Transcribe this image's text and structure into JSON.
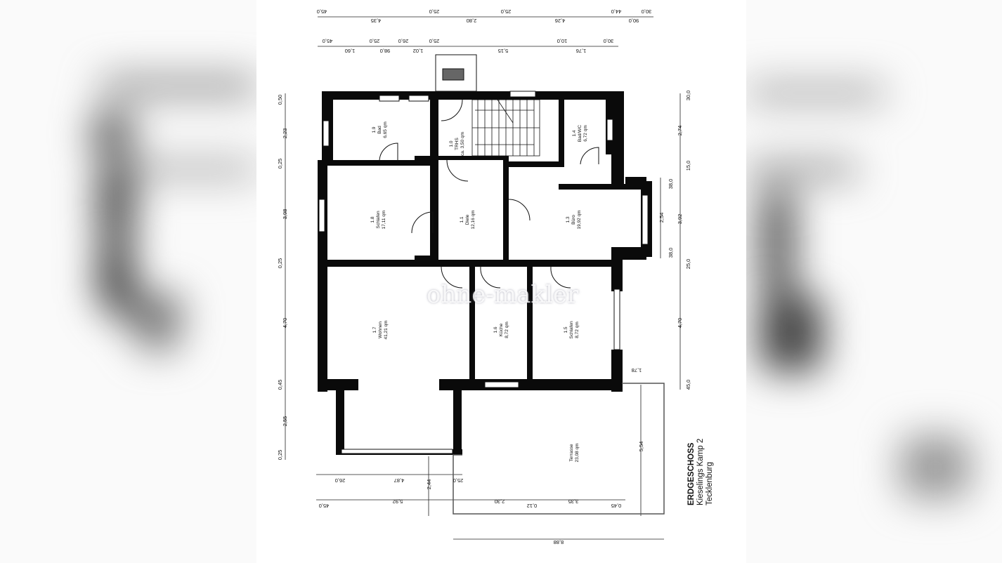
{
  "plan": {
    "title": "ERDGESCHOSS",
    "address_line1": "Kieselings Kamp 2",
    "address_line2": "Tecklenburg",
    "watermark": "ohne-makler"
  },
  "rooms": [
    {
      "id": "1.9",
      "name": "Bad",
      "area": "6,65 qm"
    },
    {
      "id": "1.0",
      "name": "TRHS",
      "area": "ca. 3,50 qm"
    },
    {
      "id": "1.4",
      "name": "Bad/WC",
      "area": "6,72 qm"
    },
    {
      "id": "1.8",
      "name": "Schlafen",
      "area": "17,11 qm"
    },
    {
      "id": "1.1",
      "name": "Diele",
      "area": "12,16 qm"
    },
    {
      "id": "1.3",
      "name": "Büro",
      "area": "19,92 qm"
    },
    {
      "id": "1.7",
      "name": "Wohnen",
      "area": "41,21 qm"
    },
    {
      "id": "1.6",
      "name": "Küche",
      "area": "8,72 qm"
    },
    {
      "id": "1.5",
      "name": "Schlafen",
      "area": "8,72 qm"
    },
    {
      "id": "",
      "name": "Terrasse",
      "area": "23,08 qm"
    }
  ],
  "dimensions": {
    "top_outer": [
      "45,0",
      "4,35",
      "25,0",
      "2,80",
      "25,0",
      "4,26",
      "44,0",
      "90,0",
      "30,0"
    ],
    "top_inner": [
      "45,0",
      "1,60",
      "25,0",
      "98,0",
      "26,0",
      "1,02",
      "25,0",
      "5,15",
      "10,0",
      "1,76",
      "30,0"
    ],
    "left": [
      "0,50",
      "2,23",
      "0,25",
      "3,98",
      "0,25",
      "4,70",
      "0,45",
      "2,55",
      "0,25"
    ],
    "right_outer": [
      "30,0",
      "2,74",
      "15,0",
      "3,92",
      "25,0",
      "4,70",
      "45,0"
    ],
    "right_inner": [
      "38,0",
      "2,54",
      "38,0"
    ],
    "bottom_inner": [
      "26,0",
      "4,87",
      "25,0"
    ],
    "bottom_outer": [
      "45,0",
      "5,92",
      "2,30",
      "0,12",
      "3,35",
      "0,45"
    ],
    "terrace_height": "5,54",
    "terrace_width": "8,88",
    "balcony_depth": "2,44",
    "side_offset": "1,78"
  }
}
